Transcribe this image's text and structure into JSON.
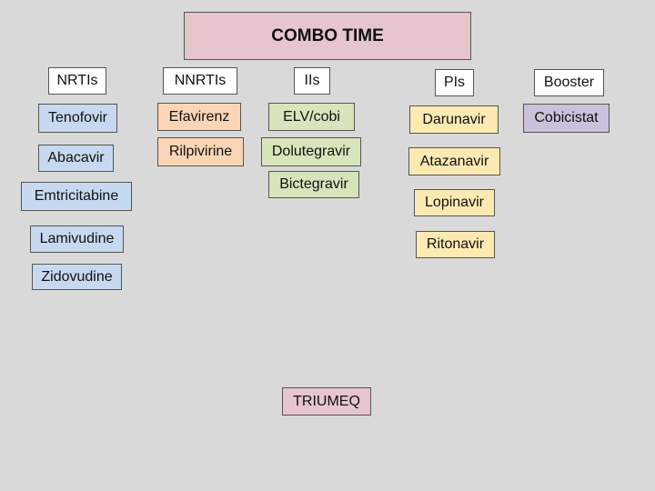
{
  "title": "COMBO TIME",
  "headers": {
    "nrtis": "NRTIs",
    "nnrtis": "NNRTIs",
    "iis": "IIs",
    "pis": "PIs",
    "booster": "Booster"
  },
  "nrtis": [
    "Tenofovir",
    "Abacavir",
    "Emtricitabine",
    "Lamivudine",
    "Zidovudine"
  ],
  "nnrtis": [
    "Efavirenz",
    "Rilpivirine"
  ],
  "iis": [
    "ELV/cobi",
    "Dolutegravir",
    "Bictegravir"
  ],
  "pis": [
    "Darunavir",
    "Atazanavir",
    "Lopinavir",
    "Ritonavir"
  ],
  "boosters": [
    "Cobicistat"
  ],
  "combo": "TRIUMEQ",
  "colors": {
    "background": "#d9d9d9",
    "nrti": "#c6d9f0",
    "nnrti": "#fbd5b5",
    "ii": "#d7e4bc",
    "pi": "#fde9b2",
    "booster": "#ccc0da",
    "title": "#e6c6cc"
  }
}
